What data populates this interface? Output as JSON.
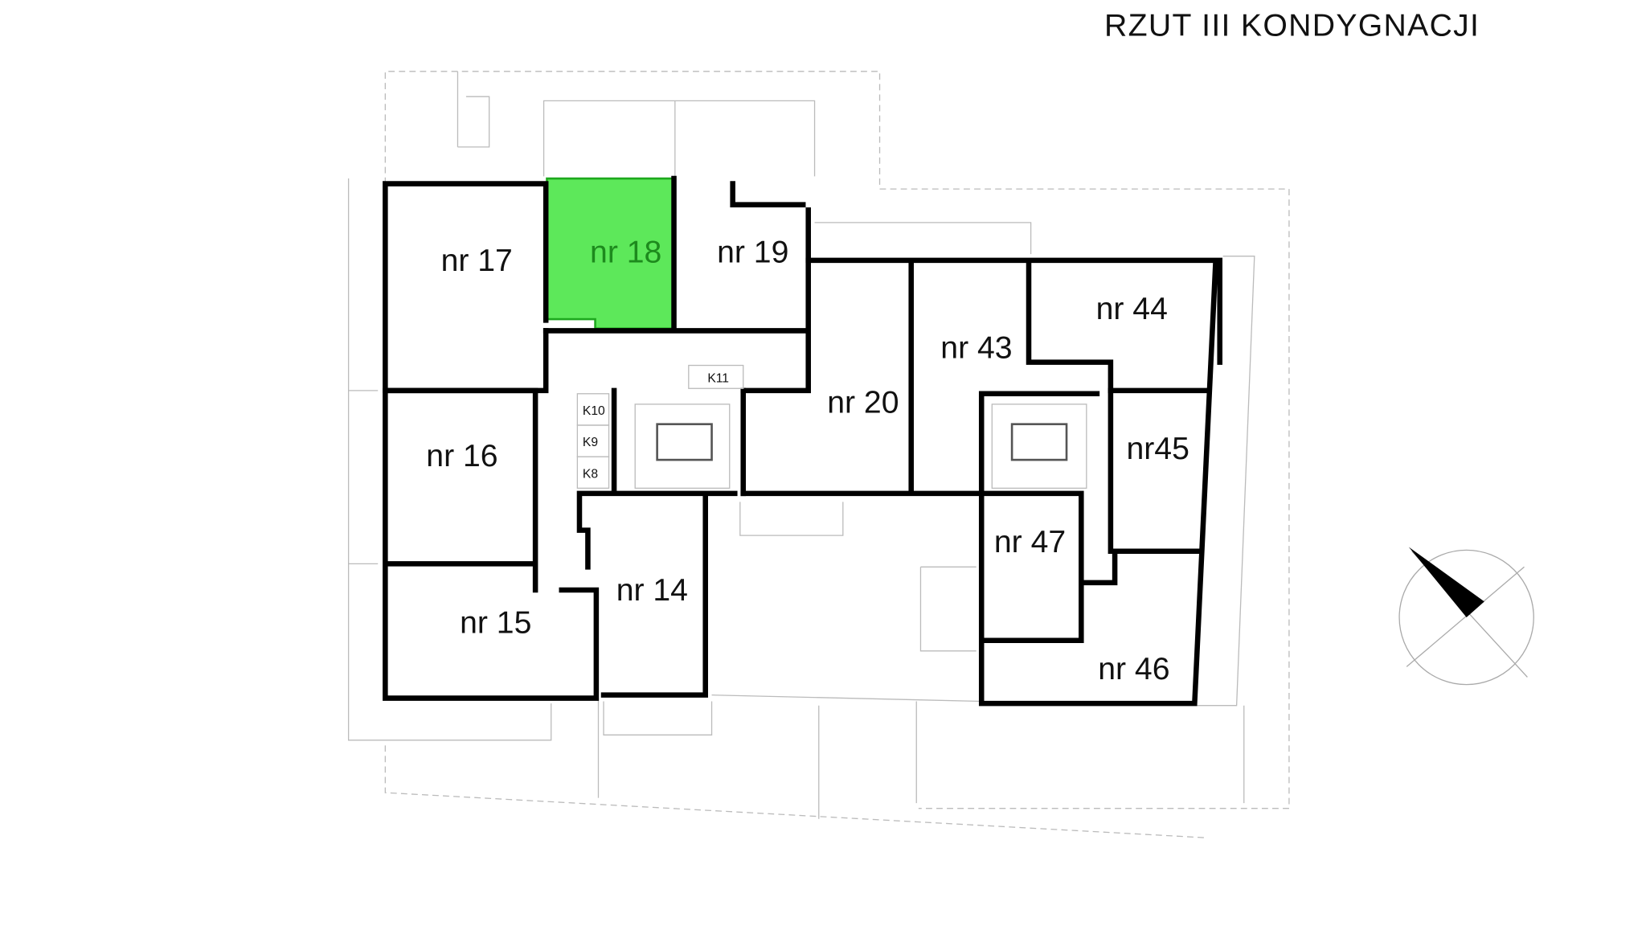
{
  "title": "RZUT  III  KONDYGNACJI",
  "colors": {
    "selected": "#5de85a",
    "selected_text": "#1d8a1d",
    "wall": "#000000"
  },
  "selected_room": "nr 18",
  "rooms": {
    "r17": "nr 17",
    "r18": "nr 18",
    "r19": "nr 19",
    "r16": "nr 16",
    "r15": "nr 15",
    "r14": "nr 14",
    "r20": "nr 20",
    "r43": "nr 43",
    "r44": "nr 44",
    "r45": "nr45",
    "r47": "nr 47",
    "r46": "nr 46"
  },
  "storage": {
    "k8": "K8",
    "k9": "K9",
    "k10": "K10",
    "k11": "K11"
  },
  "compass_icon": "north-arrow-icon"
}
